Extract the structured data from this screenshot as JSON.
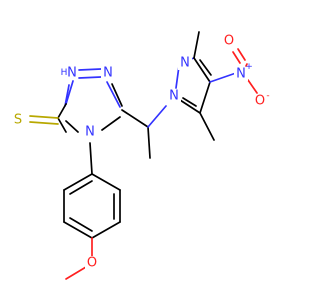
{
  "atoms": {
    "n_triazole_nh": "N",
    "h_triazole": "H",
    "n_triazole_n2": "N",
    "n_triazole_n4": "N",
    "s_thione": "S",
    "n_pyrazole_n2": "N",
    "n_pyrazole_n1": "N",
    "n_nitro": "N",
    "n_nitro_charge": "+",
    "o_nitro_left": "O",
    "o_nitro_right": "O",
    "o_nitro_charge": "-",
    "o_methoxy": "O"
  },
  "colors": {
    "carbon": "#000000",
    "nitrogen": "#3333ff",
    "oxygen": "#ff2020",
    "sulfur": "#b8a800"
  }
}
